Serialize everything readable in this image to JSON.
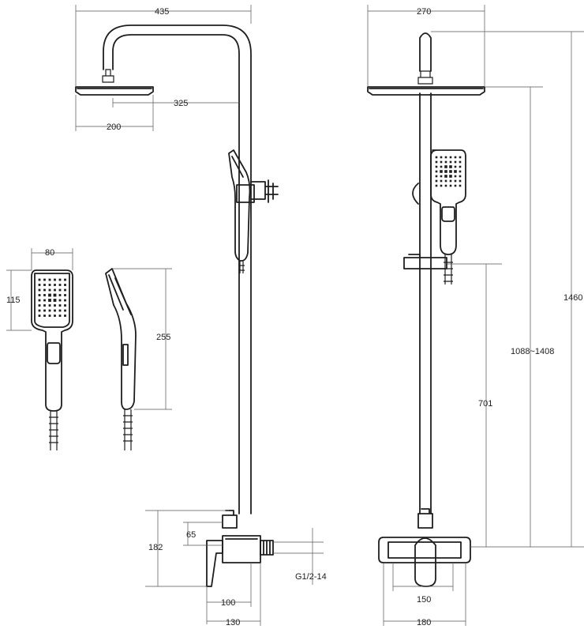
{
  "colors": {
    "line": "#1e1e1e",
    "dimension": "#555555",
    "background": "#ffffff"
  },
  "dimensions": {
    "overall_width": "435",
    "arm_reach": "325",
    "head_width": "200",
    "front_head_width": "270",
    "total_height": "1460",
    "adjustable_height": "1088~1408",
    "holder_height": "701",
    "hand_width": "80",
    "hand_face_height": "115",
    "hand_length": "255",
    "mixer_height": "182",
    "outlet_offset": "65",
    "thread": "G1/2-14",
    "mixer_body": "100",
    "mixer_depth": "130",
    "center_distance": "150",
    "mixer_width": "180"
  }
}
